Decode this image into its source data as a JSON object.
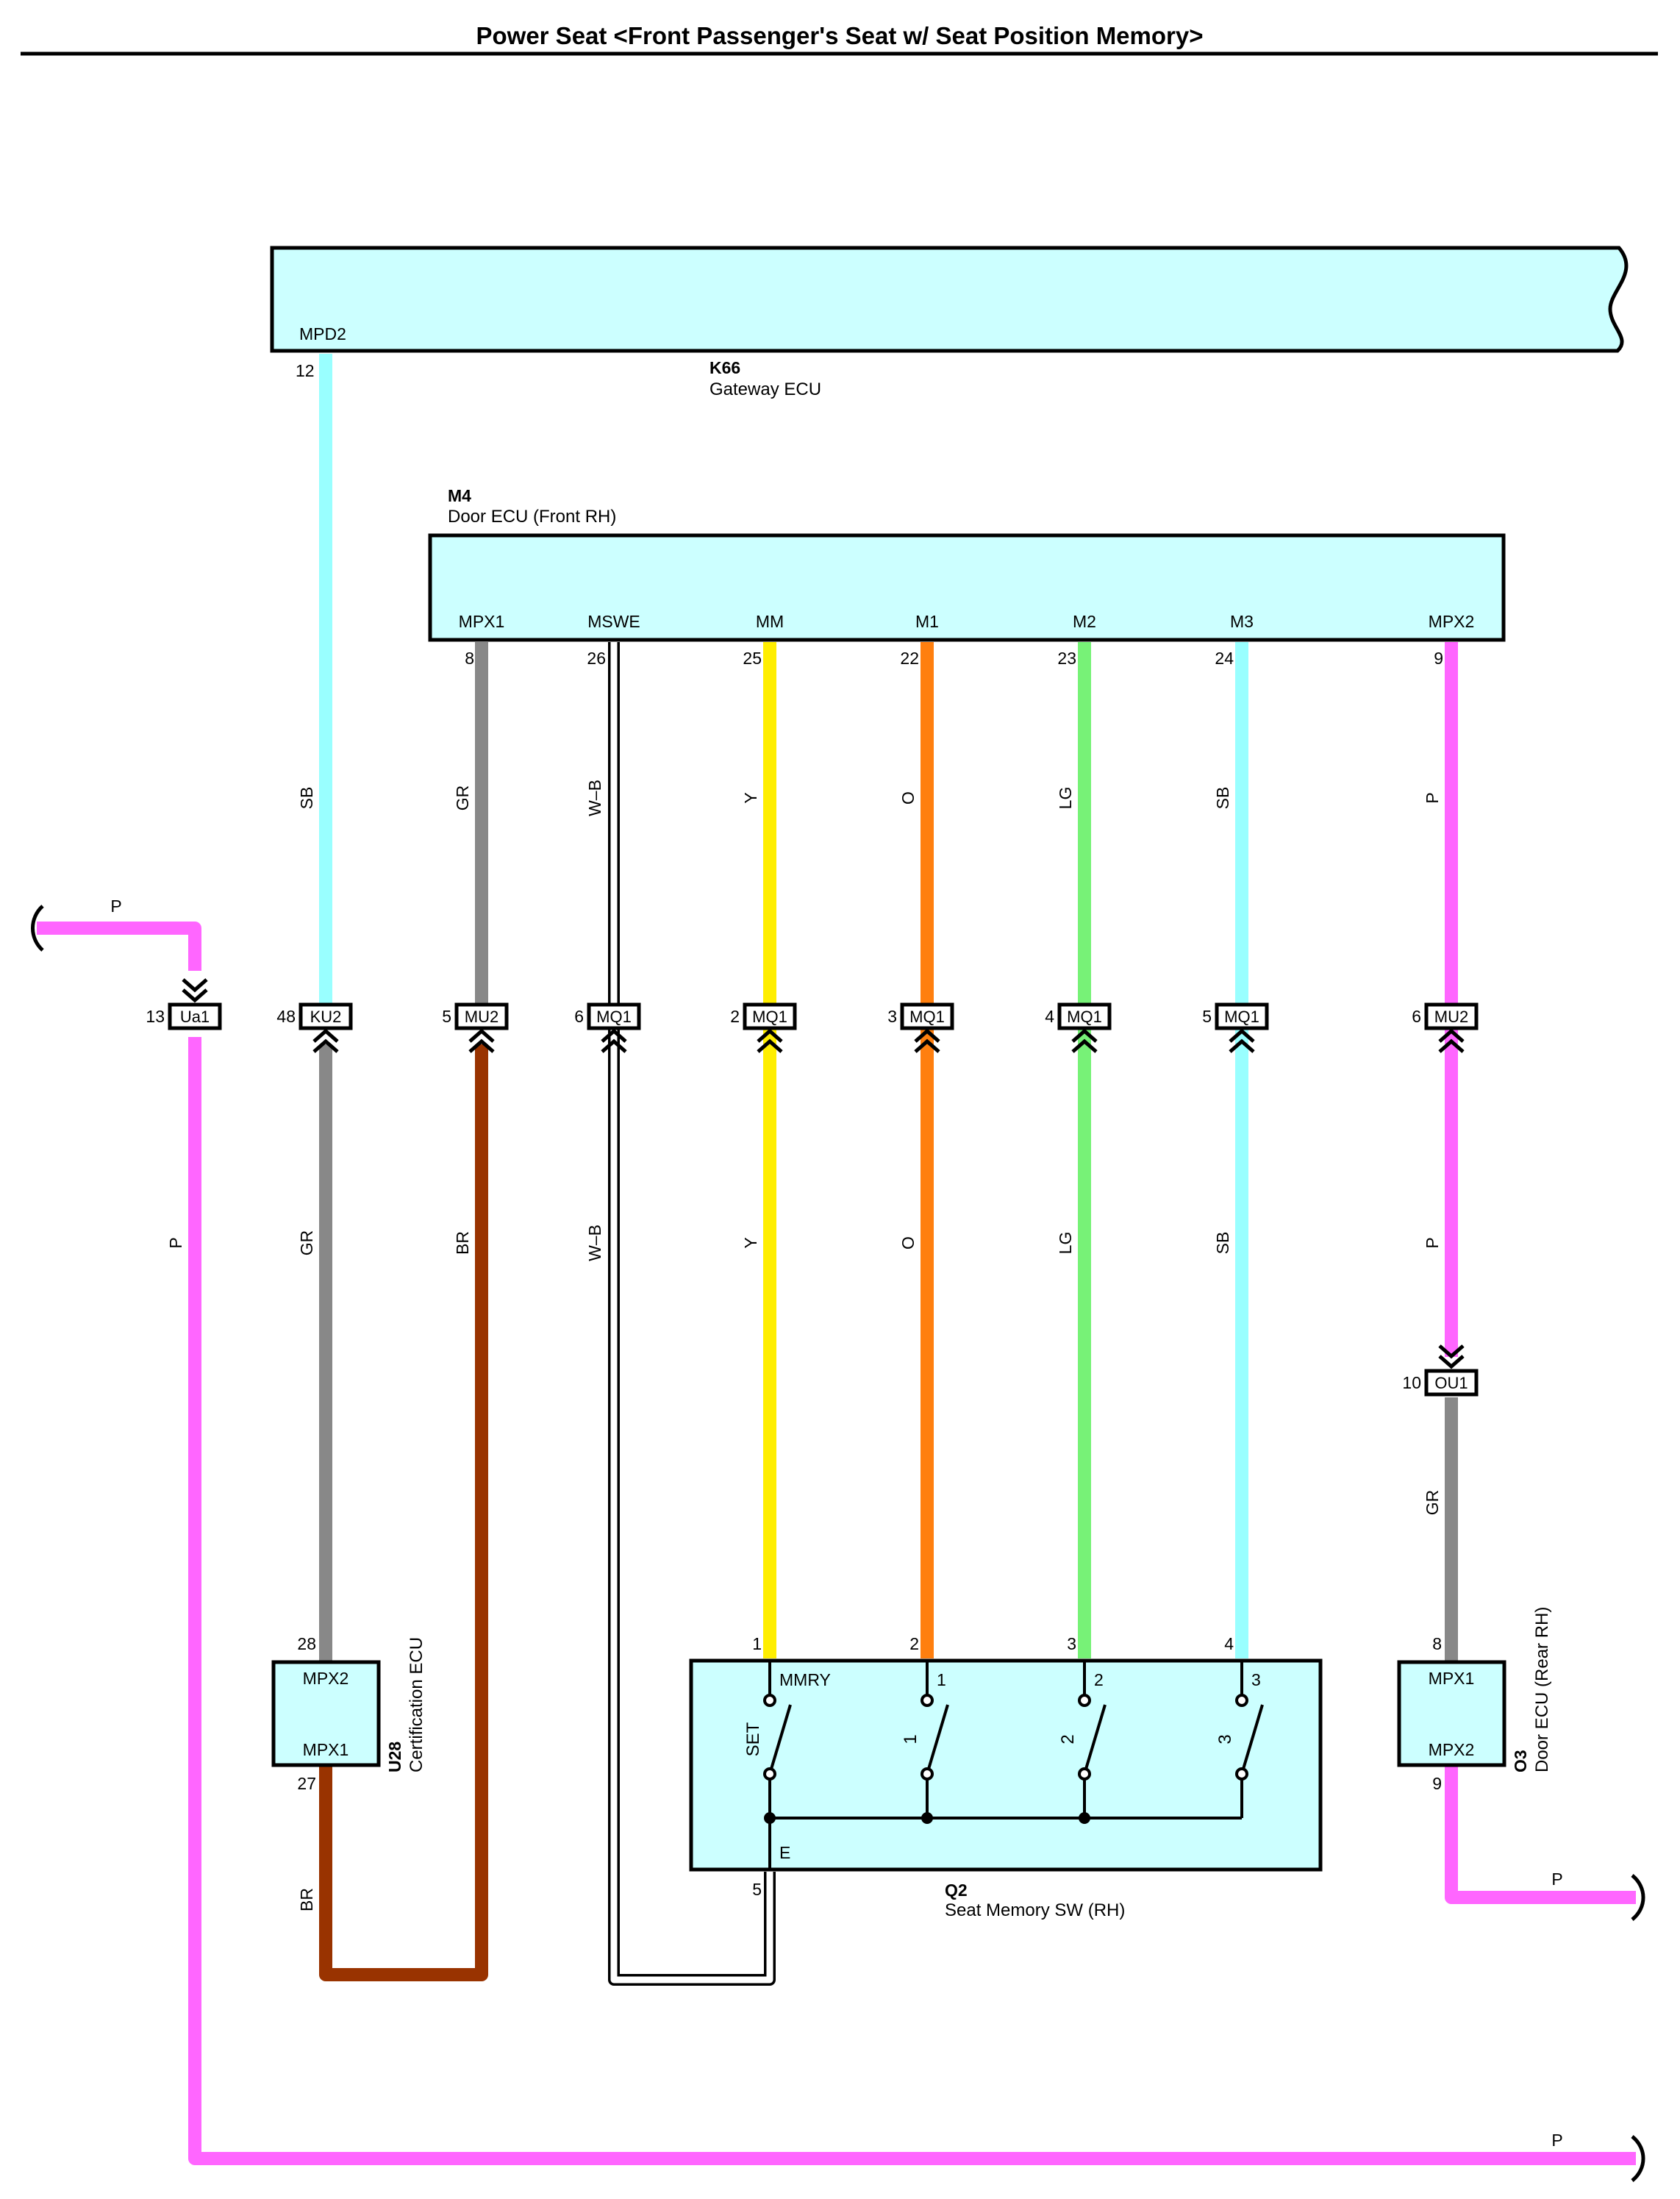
{
  "title": "Power Seat <Front Passenger's Seat w/ Seat Position Memory>",
  "colors": {
    "component_fill": "#ccffff",
    "SB": "#99ffff",
    "GR": "#888888",
    "BR": "#993300",
    "Y": "#ffee00",
    "O": "#ff7f0f",
    "LG": "#77f277",
    "P": "#ff66ff",
    "W-B": "#ffffff"
  },
  "components": {
    "k66": {
      "code": "K66",
      "name": "Gateway ECU",
      "pin_name": "MPD2",
      "pin_no": "12"
    },
    "m4": {
      "code": "M4",
      "name": "Door ECU (Front RH)",
      "pins": [
        {
          "name": "MPX1",
          "no": "8"
        },
        {
          "name": "MSWE",
          "no": "26"
        },
        {
          "name": "MM",
          "no": "25"
        },
        {
          "name": "M1",
          "no": "22"
        },
        {
          "name": "M2",
          "no": "23"
        },
        {
          "name": "M3",
          "no": "24"
        },
        {
          "name": "MPX2",
          "no": "9"
        }
      ]
    },
    "u28": {
      "code": "U28",
      "name": "Certification ECU",
      "top_pin": "MPX2",
      "top_no": "28",
      "bottom_pin": "MPX1",
      "bottom_no": "27"
    },
    "q2": {
      "code": "Q2",
      "name": "Seat Memory SW (RH)",
      "pin_nos": [
        "1",
        "2",
        "3",
        "4"
      ],
      "pin_names": [
        "MMRY",
        "1",
        "2",
        "3"
      ],
      "switch_labels": [
        "SET",
        "1",
        "2",
        "3"
      ],
      "ground_pin_name": "E",
      "ground_pin_no": "5"
    },
    "o3": {
      "code": "O3",
      "name": "Door ECU (Rear RH)",
      "top_pin": "MPX1",
      "top_no": "8",
      "bottom_pin": "MPX2",
      "bottom_no": "9"
    }
  },
  "connectors": [
    {
      "name": "Ua1",
      "pin": "13"
    },
    {
      "name": "KU2",
      "pin": "48"
    },
    {
      "name": "MU2",
      "pin": "5"
    },
    {
      "name": "MQ1",
      "pin": "6"
    },
    {
      "name": "MQ1",
      "pin": "2"
    },
    {
      "name": "MQ1",
      "pin": "3"
    },
    {
      "name": "MQ1",
      "pin": "4"
    },
    {
      "name": "MQ1",
      "pin": "5"
    },
    {
      "name": "MU2",
      "pin": "6"
    },
    {
      "name": "OU1",
      "pin": "10"
    }
  ],
  "wire_labels": {
    "top": [
      "P",
      "SB",
      "GR",
      "W–B",
      "Y",
      "O",
      "LG",
      "SB",
      "P"
    ],
    "middle": [
      "P",
      "GR",
      "BR",
      "W–B",
      "Y",
      "O",
      "LG",
      "SB",
      "P"
    ],
    "lower": [
      "BR",
      "GR",
      "P",
      "P"
    ]
  }
}
